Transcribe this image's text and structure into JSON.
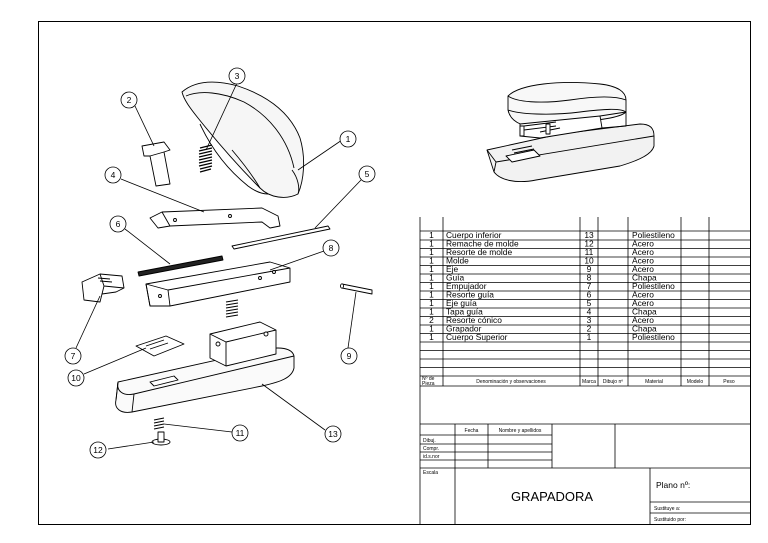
{
  "drawing": {
    "balloons": [
      "1",
      "2",
      "3",
      "4",
      "5",
      "6",
      "7",
      "8",
      "9",
      "10",
      "11",
      "12",
      "13"
    ]
  },
  "bom": {
    "rows": [
      {
        "qty": "1",
        "name": "Cuerpo inferior",
        "mark": "13",
        "drawing": "",
        "material": "Poliestileno",
        "model": "",
        "weight": ""
      },
      {
        "qty": "1",
        "name": "Remache de molde",
        "mark": "12",
        "drawing": "",
        "material": "Acero",
        "model": "",
        "weight": ""
      },
      {
        "qty": "1",
        "name": "Resorte de molde",
        "mark": "11",
        "drawing": "",
        "material": "Acero",
        "model": "",
        "weight": ""
      },
      {
        "qty": "1",
        "name": "Molde",
        "mark": "10",
        "drawing": "",
        "material": "Acero",
        "model": "",
        "weight": ""
      },
      {
        "qty": "1",
        "name": "Eje",
        "mark": "9",
        "drawing": "",
        "material": "Acero",
        "model": "",
        "weight": ""
      },
      {
        "qty": "1",
        "name": "Guía",
        "mark": "8",
        "drawing": "",
        "material": "Chapa",
        "model": "",
        "weight": ""
      },
      {
        "qty": "1",
        "name": "Empujador",
        "mark": "7",
        "drawing": "",
        "material": "Poliestileno",
        "model": "",
        "weight": ""
      },
      {
        "qty": "1",
        "name": "Resorte guía",
        "mark": "6",
        "drawing": "",
        "material": "Acero",
        "model": "",
        "weight": ""
      },
      {
        "qty": "1",
        "name": "Eje guía",
        "mark": "5",
        "drawing": "",
        "material": "Acero",
        "model": "",
        "weight": ""
      },
      {
        "qty": "1",
        "name": "Tapa guía",
        "mark": "4",
        "drawing": "",
        "material": "Chapa",
        "model": "",
        "weight": ""
      },
      {
        "qty": "2",
        "name": "Resorte cónico",
        "mark": "3",
        "drawing": "",
        "material": "Acero",
        "model": "",
        "weight": ""
      },
      {
        "qty": "1",
        "name": "Grapador",
        "mark": "2",
        "drawing": "",
        "material": "Chapa",
        "model": "",
        "weight": ""
      },
      {
        "qty": "1",
        "name": "Cuerpo Superior",
        "mark": "1",
        "drawing": "",
        "material": "Poliestileno",
        "model": "",
        "weight": ""
      }
    ],
    "headers": {
      "qty_line1": "Nº de",
      "qty_line2": "Pieza",
      "name": "Denominación y observaciones",
      "mark": "Marca",
      "drawing": "Dibujo nº",
      "material": "Material",
      "model": "Modelo",
      "weight": "Peso"
    }
  },
  "titleblock": {
    "col_date": "Fecha",
    "col_name": "Nombre y apellidos",
    "rows": [
      "Dibuj.",
      "Compr.",
      "id.s.nor"
    ],
    "scale_label": "Escala",
    "title": "GRAPADORA",
    "plan_label": "Plano nº:",
    "replaces": "Sustituye a:",
    "replaced_by": "Sustituido por:"
  }
}
